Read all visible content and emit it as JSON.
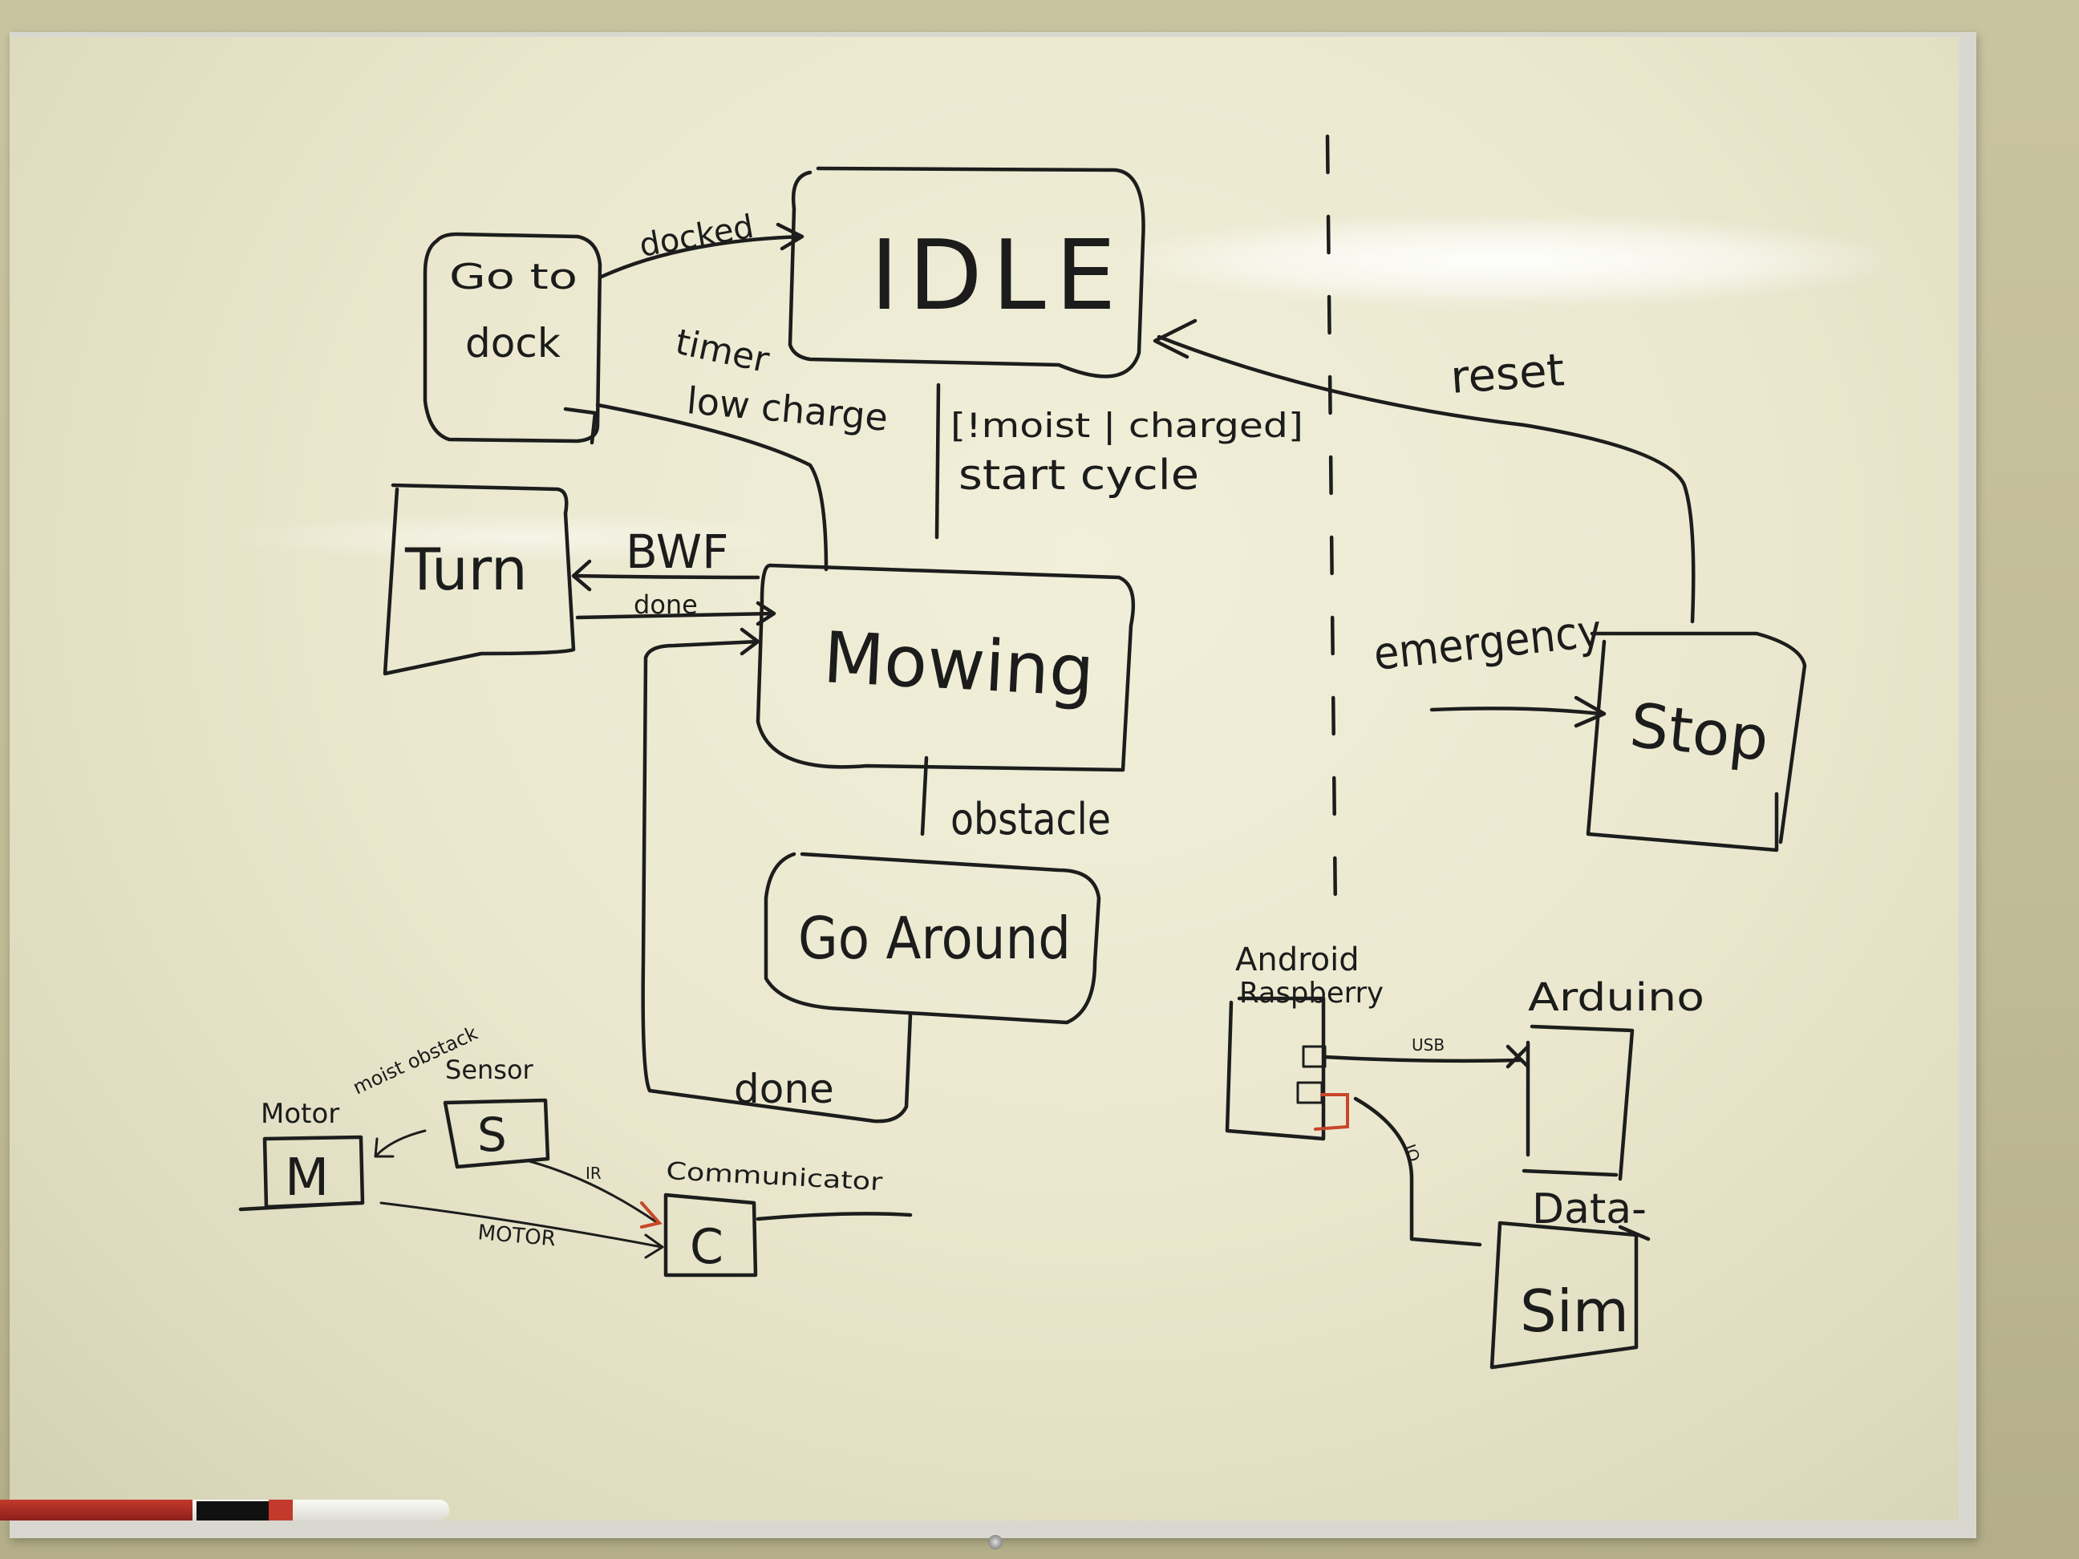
{
  "image": {
    "subject": "whiteboard",
    "colors": {
      "ink": "#1c1d1c",
      "accent_ink": "#c8462a",
      "board": "#ebe8cf",
      "frame": "#d9d8d0"
    }
  },
  "states": {
    "go_to_dock": "Go to dock",
    "idle": "IDLE",
    "turn": "Turn",
    "mowing": "Mowing",
    "go_around": "Go Around",
    "stop": "Stop"
  },
  "transitions": {
    "docked": "docked",
    "timer": "timer",
    "low_charge": "low charge",
    "moist_charged": "[!moist | charged]",
    "start_cycle": "start cycle",
    "bwf": "BWF",
    "done_turn": "done",
    "obstacle": "obstacle",
    "done_around": "done",
    "reset": "reset",
    "emergency": "emergency"
  },
  "components": {
    "motor": "Motor",
    "motor_letter": "M",
    "sensor": "Sensor",
    "sensor_letter": "S",
    "communicator": "Communicator",
    "communicator_letter": "C",
    "moist_obstacle": "moist obstack",
    "ir": "IR",
    "motor_link": "MOTOR"
  },
  "hardware": {
    "android": "Android",
    "raspberry": "Raspberry",
    "arduino": "Arduino",
    "usb": "USB",
    "io": "IO",
    "data": "Data-",
    "sim": "Sim"
  }
}
